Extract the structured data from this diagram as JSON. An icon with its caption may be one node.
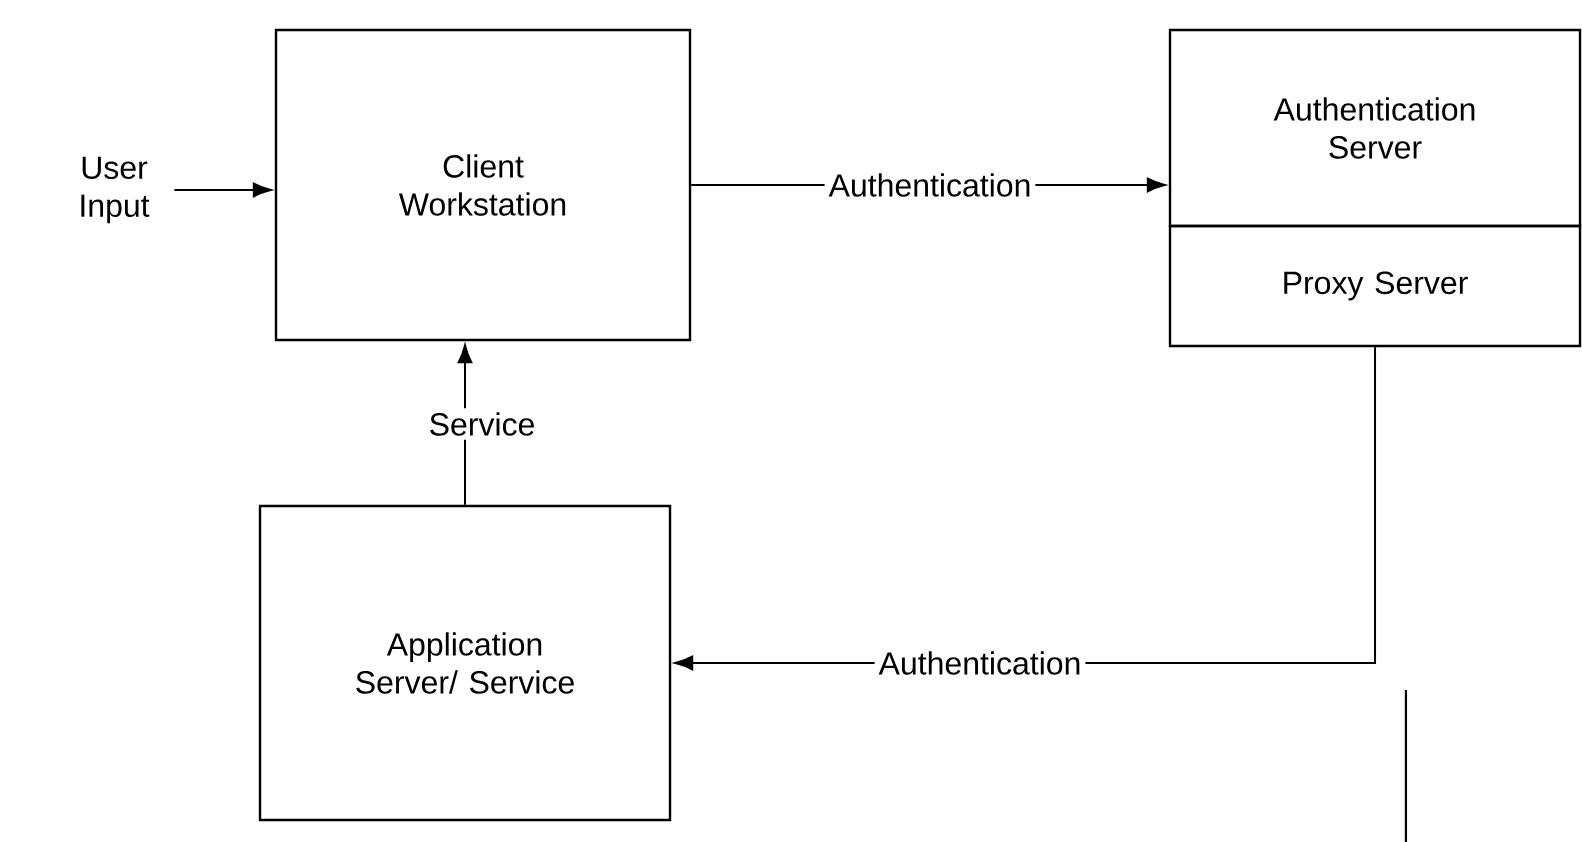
{
  "diagram": {
    "nodes": [
      {
        "text": [
          "User Input"
        ]
      },
      {
        "text": [
          "Client Workstation"
        ]
      },
      {
        "text": [
          "Authentication Server"
        ]
      },
      {
        "text": [
          "Proxy Server"
        ]
      },
      {
        "text": [
          "Application Server/ Service"
        ]
      }
    ],
    "edges": [
      {
        "from": 0,
        "to": 1,
        "arrow": "to"
      },
      {
        "from": 1,
        "to": 2,
        "arrow": "to",
        "label": "Authentication"
      },
      {
        "from": 3,
        "to": 4,
        "arrow": "to",
        "label": "Authentication"
      },
      {
        "from": 4,
        "to": 1,
        "arrow": "to",
        "label": "Service"
      }
    ]
  }
}
